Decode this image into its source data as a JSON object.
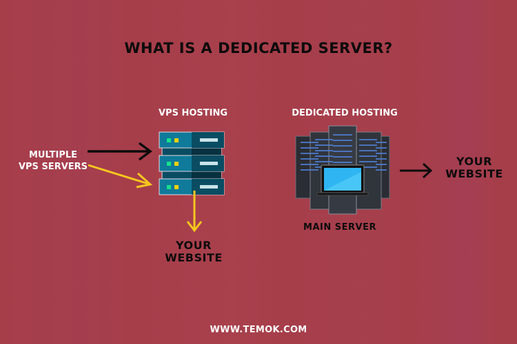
{
  "title": "WHAT IS A DEDICATED SERVER?",
  "vps": {
    "heading": "VPS HOSTING",
    "input_label_line1": "MULTIPLE",
    "input_label_line2": "VPS SERVERS",
    "output_line1": "YOUR",
    "output_line2": "WEBSITE"
  },
  "dedicated": {
    "heading": "DEDICATED HOSTING",
    "caption": "MAIN SERVER",
    "output_line1": "YOUR",
    "output_line2": "WEBSITE"
  },
  "footer": "WWW.TEMOK.COM",
  "colors": {
    "background": "#a63e4a",
    "arrow_black": "#0b0b0b",
    "arrow_yellow": "#f7c81e",
    "server_light": "#0f7a9a",
    "server_dark": "#0a4d63",
    "led_green": "#17e28a",
    "led_yellow": "#f5d20c"
  }
}
